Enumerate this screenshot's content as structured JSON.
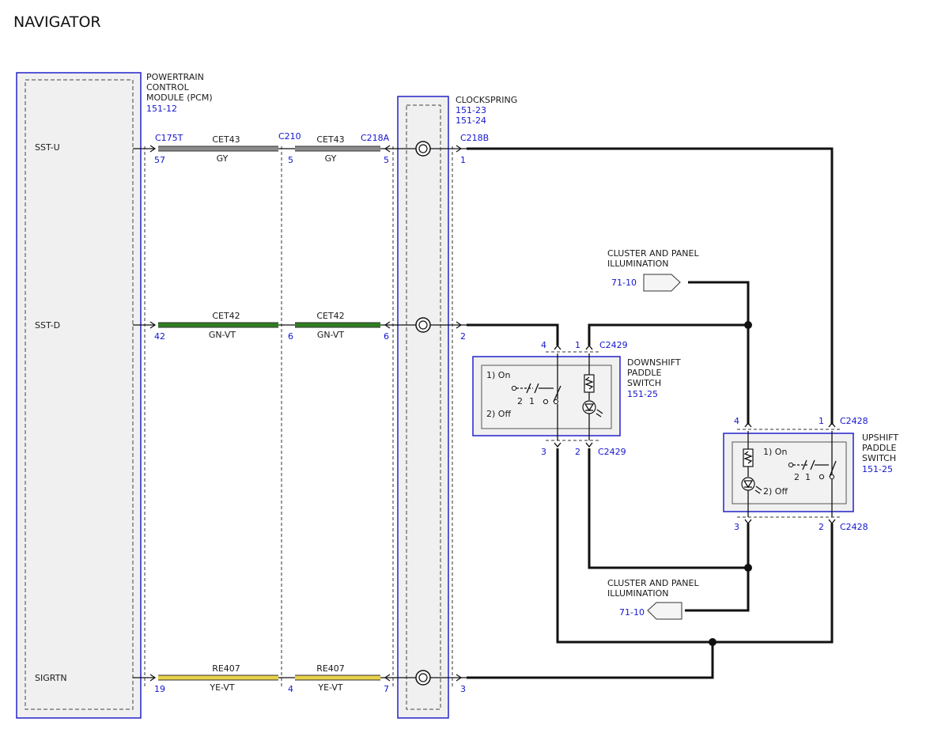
{
  "title": "NAVIGATOR",
  "pcm": {
    "name_lines": [
      "POWERTRAIN",
      "CONTROL",
      "MODULE (PCM)"
    ],
    "ref": "151-12",
    "pins": [
      "SST-U",
      "SST-D",
      "SIGRTN"
    ]
  },
  "clockspring": {
    "name": "CLOCKSPRING",
    "refs": [
      "151-23",
      "151-24"
    ]
  },
  "connectors": {
    "pcm": "C175T",
    "mid": "C210",
    "cs_in": "C218A",
    "cs_out": "C218B",
    "down": "C2429",
    "up": "C2428"
  },
  "circuits": [
    {
      "circuit": "CET43",
      "color": "GY",
      "pins": [
        "57",
        "5",
        "5",
        "1"
      ]
    },
    {
      "circuit": "CET42",
      "color": "GN-VT",
      "pins": [
        "42",
        "6",
        "6",
        "2"
      ]
    },
    {
      "circuit": "RE407",
      "color": "YE-VT",
      "pins": [
        "19",
        "4",
        "7",
        "3"
      ]
    }
  ],
  "wire_colors": {
    "GY": "#8c8c8c",
    "GN-VT": "#2e7d1f",
    "YE-VT": "#e8d24a"
  },
  "illum": {
    "label_lines": [
      "CLUSTER AND PANEL",
      "ILLUMINATION"
    ],
    "ref": "71-10"
  },
  "downshift": {
    "name_lines": [
      "DOWNSHIFT",
      "PADDLE",
      "SWITCH"
    ],
    "ref": "151-25",
    "states": [
      "1) On",
      "2) Off"
    ],
    "switch_pins": [
      "2",
      "1"
    ],
    "top_pins": [
      "4",
      "1"
    ],
    "bottom_pins": [
      "3",
      "2"
    ]
  },
  "upshift": {
    "name_lines": [
      "UPSHIFT",
      "PADDLE",
      "SWITCH"
    ],
    "ref": "151-25",
    "states": [
      "1) On",
      "2) Off"
    ],
    "switch_pins": [
      "2",
      "1"
    ],
    "top_pins": [
      "4",
      "1"
    ],
    "bottom_pins": [
      "3",
      "2"
    ]
  }
}
